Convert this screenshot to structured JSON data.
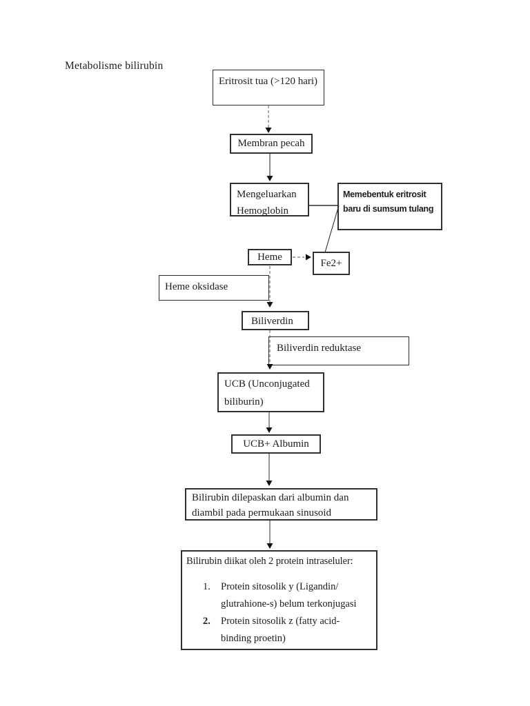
{
  "title": "Metabolisme bilirubin",
  "nodes": {
    "eritrosit_tua": {
      "label": "Eritrosit tua (>120 hari)"
    },
    "membran_pecah": {
      "label": "Membran pecah"
    },
    "mengeluarkan_hemoglobin": {
      "label": "Mengeluarkan Hemoglobin"
    },
    "membentuk_eritrosit": {
      "label": "Memebentuk eritrosit baru di sumsum tulang"
    },
    "heme": {
      "label": "Heme"
    },
    "fe2": {
      "label": "Fe2+"
    },
    "heme_oksidase": {
      "label": "Heme oksidase"
    },
    "biliverdin": {
      "label": "Biliverdin"
    },
    "biliverdin_reduktase": {
      "label": "Biliverdin reduktase"
    },
    "ucb": {
      "label": "UCB (Unconjugated biliburin)"
    },
    "ucb_albumin": {
      "label": "UCB+ Albumin"
    },
    "bilirubin_dilepaskan": {
      "label": "Bilirubin dilepaskan dari albumin dan diambil pada permukaan sinusoid"
    }
  },
  "intracellular": {
    "heading": "Bilirubin diikat oleh 2 protein intraseluler:",
    "items": [
      {
        "number": "1.",
        "text": "Protein sitosolik y (Ligandin/ glutrahione-s) belum terkonjugasi"
      },
      {
        "number": "2.",
        "text": "Protein sitosolik z (fatty acid- binding proetin)"
      }
    ]
  },
  "colors": {
    "ink": "#1c1c1c",
    "box_border": "#2e2e2e",
    "connector": "#4a4a4a",
    "background": "#ffffff"
  }
}
